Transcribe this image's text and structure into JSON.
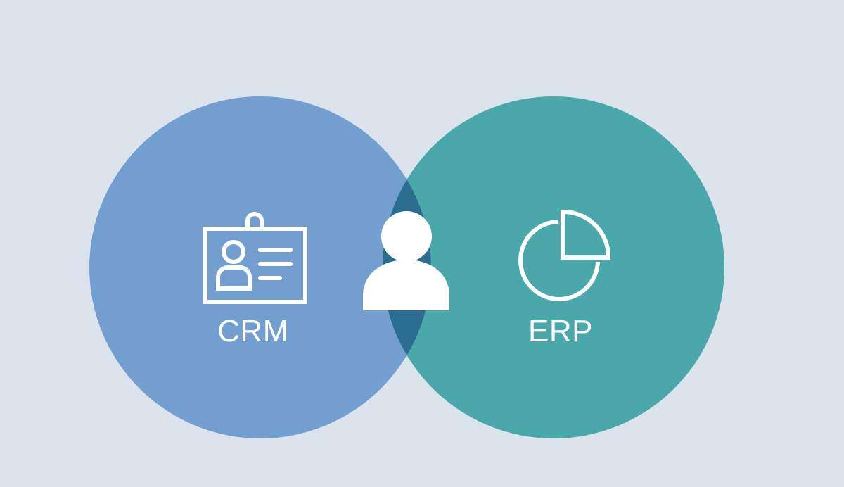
{
  "diagram": {
    "type": "venn",
    "background_color": "#dbe4ed",
    "sets": [
      {
        "id": "crm",
        "label": "CRM",
        "icon": "id-card-icon",
        "color": "#729fd0"
      },
      {
        "id": "erp",
        "label": "ERP",
        "icon": "pie-chart-icon",
        "color": "#4aa8ab"
      }
    ],
    "intersection": {
      "icon": "user-icon",
      "color": "#2a6d8e"
    }
  }
}
